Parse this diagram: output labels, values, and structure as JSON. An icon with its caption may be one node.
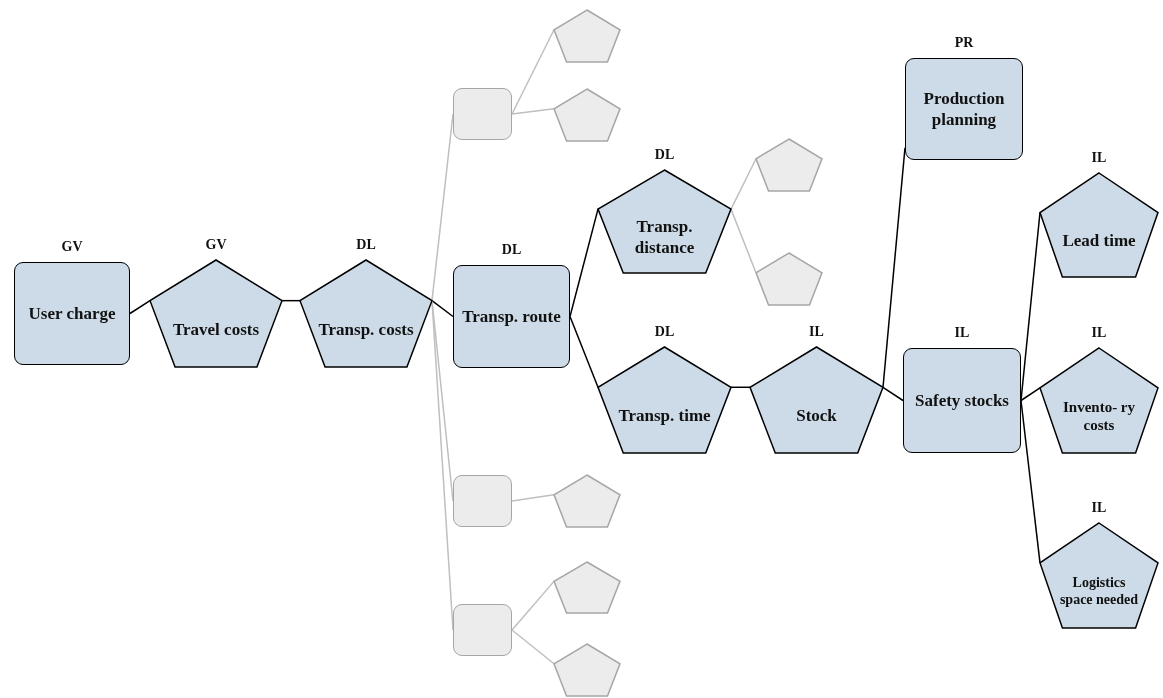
{
  "diagram": {
    "nodes": [
      {
        "text": [
          "User charge"
        ],
        "beside": [
          "GV"
        ]
      },
      {
        "text": [
          "Travel costs"
        ],
        "beside": [
          "GV"
        ]
      },
      {
        "text": [
          "Transp. costs"
        ],
        "beside": [
          "DL"
        ]
      },
      {
        "text": [],
        "shape": "box"
      },
      {
        "text": [],
        "shape": "box"
      },
      {
        "text": [],
        "shape": "box"
      },
      {
        "text": [
          "Transp. route"
        ],
        "beside": [
          "DL"
        ]
      },
      {
        "text": [],
        "shape": "pentagon"
      },
      {
        "text": [],
        "shape": "pentagon"
      },
      {
        "text": [],
        "shape": "pentagon"
      },
      {
        "text": [],
        "shape": "pentagon"
      },
      {
        "text": [],
        "shape": "pentagon"
      },
      {
        "text": [
          "Transp. distance"
        ],
        "beside": [
          "DL"
        ]
      },
      {
        "text": [
          "Transp. time"
        ],
        "beside": [
          "DL"
        ]
      },
      {
        "text": [],
        "shape": "pentagon"
      },
      {
        "text": [],
        "shape": "pentagon"
      },
      {
        "text": [
          "Stock"
        ],
        "beside": [
          "IL"
        ]
      },
      {
        "text": [
          "Production planning"
        ],
        "beside": [
          "PR"
        ]
      },
      {
        "text": [
          "Safety stocks"
        ],
        "beside": [
          "IL"
        ]
      },
      {
        "text": [
          "Lead time"
        ],
        "beside": [
          "IL"
        ]
      },
      {
        "text": [
          "Invento- ry costs"
        ],
        "beside": [
          "IL"
        ]
      },
      {
        "text": [
          "Logistics space needed"
        ],
        "beside": [
          "IL"
        ]
      }
    ],
    "edges": [
      {
        "from": 0,
        "to": 1,
        "arrow": "none"
      },
      {
        "from": 1,
        "to": 2,
        "arrow": "none"
      },
      {
        "from": 2,
        "to": 3,
        "arrow": "none",
        "color": "#bfbfbf"
      },
      {
        "from": 2,
        "to": 6,
        "arrow": "none"
      },
      {
        "from": 2,
        "to": 4,
        "arrow": "none",
        "color": "#bfbfbf"
      },
      {
        "from": 2,
        "to": 5,
        "arrow": "none",
        "color": "#bfbfbf"
      },
      {
        "from": 3,
        "to": 7,
        "arrow": "none",
        "color": "#bfbfbf"
      },
      {
        "from": 3,
        "to": 8,
        "arrow": "none",
        "color": "#bfbfbf"
      },
      {
        "from": 6,
        "to": 12,
        "arrow": "none"
      },
      {
        "from": 6,
        "to": 13,
        "arrow": "none"
      },
      {
        "from": 12,
        "to": 14,
        "arrow": "none",
        "color": "#bfbfbf"
      },
      {
        "from": 12,
        "to": 15,
        "arrow": "none",
        "color": "#bfbfbf"
      },
      {
        "from": 4,
        "to": 9,
        "arrow": "none",
        "color": "#bfbfbf"
      },
      {
        "from": 5,
        "to": 10,
        "arrow": "none",
        "color": "#bfbfbf"
      },
      {
        "from": 5,
        "to": 11,
        "arrow": "none",
        "color": "#bfbfbf"
      },
      {
        "from": 13,
        "to": 16,
        "arrow": "none"
      },
      {
        "from": 16,
        "to": 17,
        "arrow": "none"
      },
      {
        "from": 16,
        "to": 18,
        "arrow": "none"
      },
      {
        "from": 18,
        "to": 19,
        "arrow": "none"
      },
      {
        "from": 18,
        "to": 20,
        "arrow": "none"
      },
      {
        "from": 18,
        "to": 21,
        "arrow": "none"
      }
    ]
  }
}
